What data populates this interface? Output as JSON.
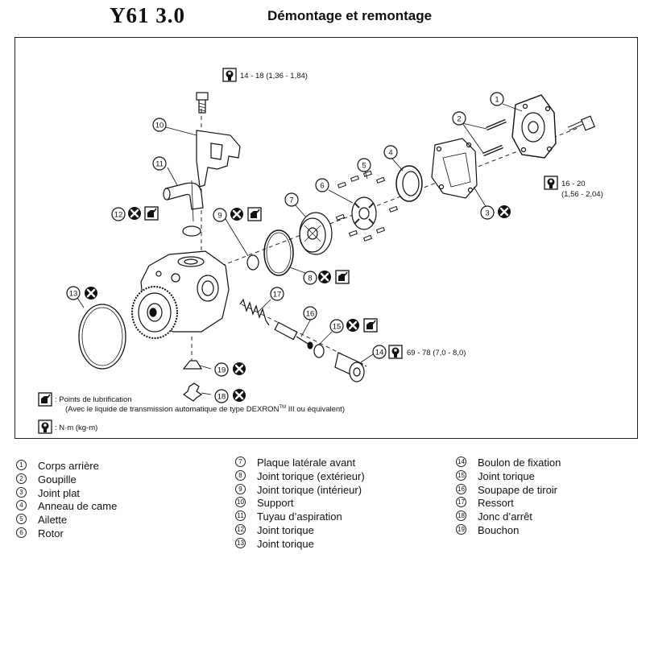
{
  "header": {
    "model": "Y61  3.0",
    "title": "Démontage et remontage"
  },
  "diagram": {
    "torque_top": "14 - 18 (1,36 - 1,84)",
    "torque_right_1": "16 - 20",
    "torque_right_2": "(1,56 - 2,04)",
    "torque_bottom": "69 - 78 (7,0 - 8,0)",
    "note_lubrication_title": ":  Points de lubrification",
    "note_lubrication_detail_pre": "(Avec le liquide de transmission automatique de type DEXRON",
    "note_lubrication_tm": "TM",
    "note_lubrication_detail_post": " III ou équivalent)",
    "note_torque_unit": ":  N·m (kg-m)",
    "callouts": [
      "1",
      "2",
      "3",
      "4",
      "5",
      "6",
      "7",
      "8",
      "9",
      "10",
      "11",
      "12",
      "13",
      "14",
      "15",
      "16",
      "17",
      "18",
      "19"
    ]
  },
  "legend": {
    "col1": [
      {
        "n": "1",
        "label": "Corps arrière"
      },
      {
        "n": "2",
        "label": "Goupille"
      },
      {
        "n": "3",
        "label": "Joint plat"
      },
      {
        "n": "4",
        "label": "Anneau de came"
      },
      {
        "n": "5",
        "label": "Ailette"
      },
      {
        "n": "6",
        "label": "Rotor"
      }
    ],
    "col2": [
      {
        "n": "7",
        "label": "Plaque latérale avant"
      },
      {
        "n": "8",
        "label": "Joint torique (extérieur)"
      },
      {
        "n": "9",
        "label": "Joint torique (intérieur)"
      },
      {
        "n": "10",
        "label": "Support"
      },
      {
        "n": "11",
        "label": "Tuyau d’aspiration"
      },
      {
        "n": "12",
        "label": "Joint torique"
      },
      {
        "n": "13",
        "label": "Joint torique"
      }
    ],
    "col3": [
      {
        "n": "14",
        "label": "Boulon de fixation"
      },
      {
        "n": "15",
        "label": "Joint torique"
      },
      {
        "n": "16",
        "label": "Soupape de tiroir"
      },
      {
        "n": "17",
        "label": "Ressort"
      },
      {
        "n": "18",
        "label": "Jonc d’arrêt"
      },
      {
        "n": "19",
        "label": "Bouchon"
      }
    ]
  }
}
